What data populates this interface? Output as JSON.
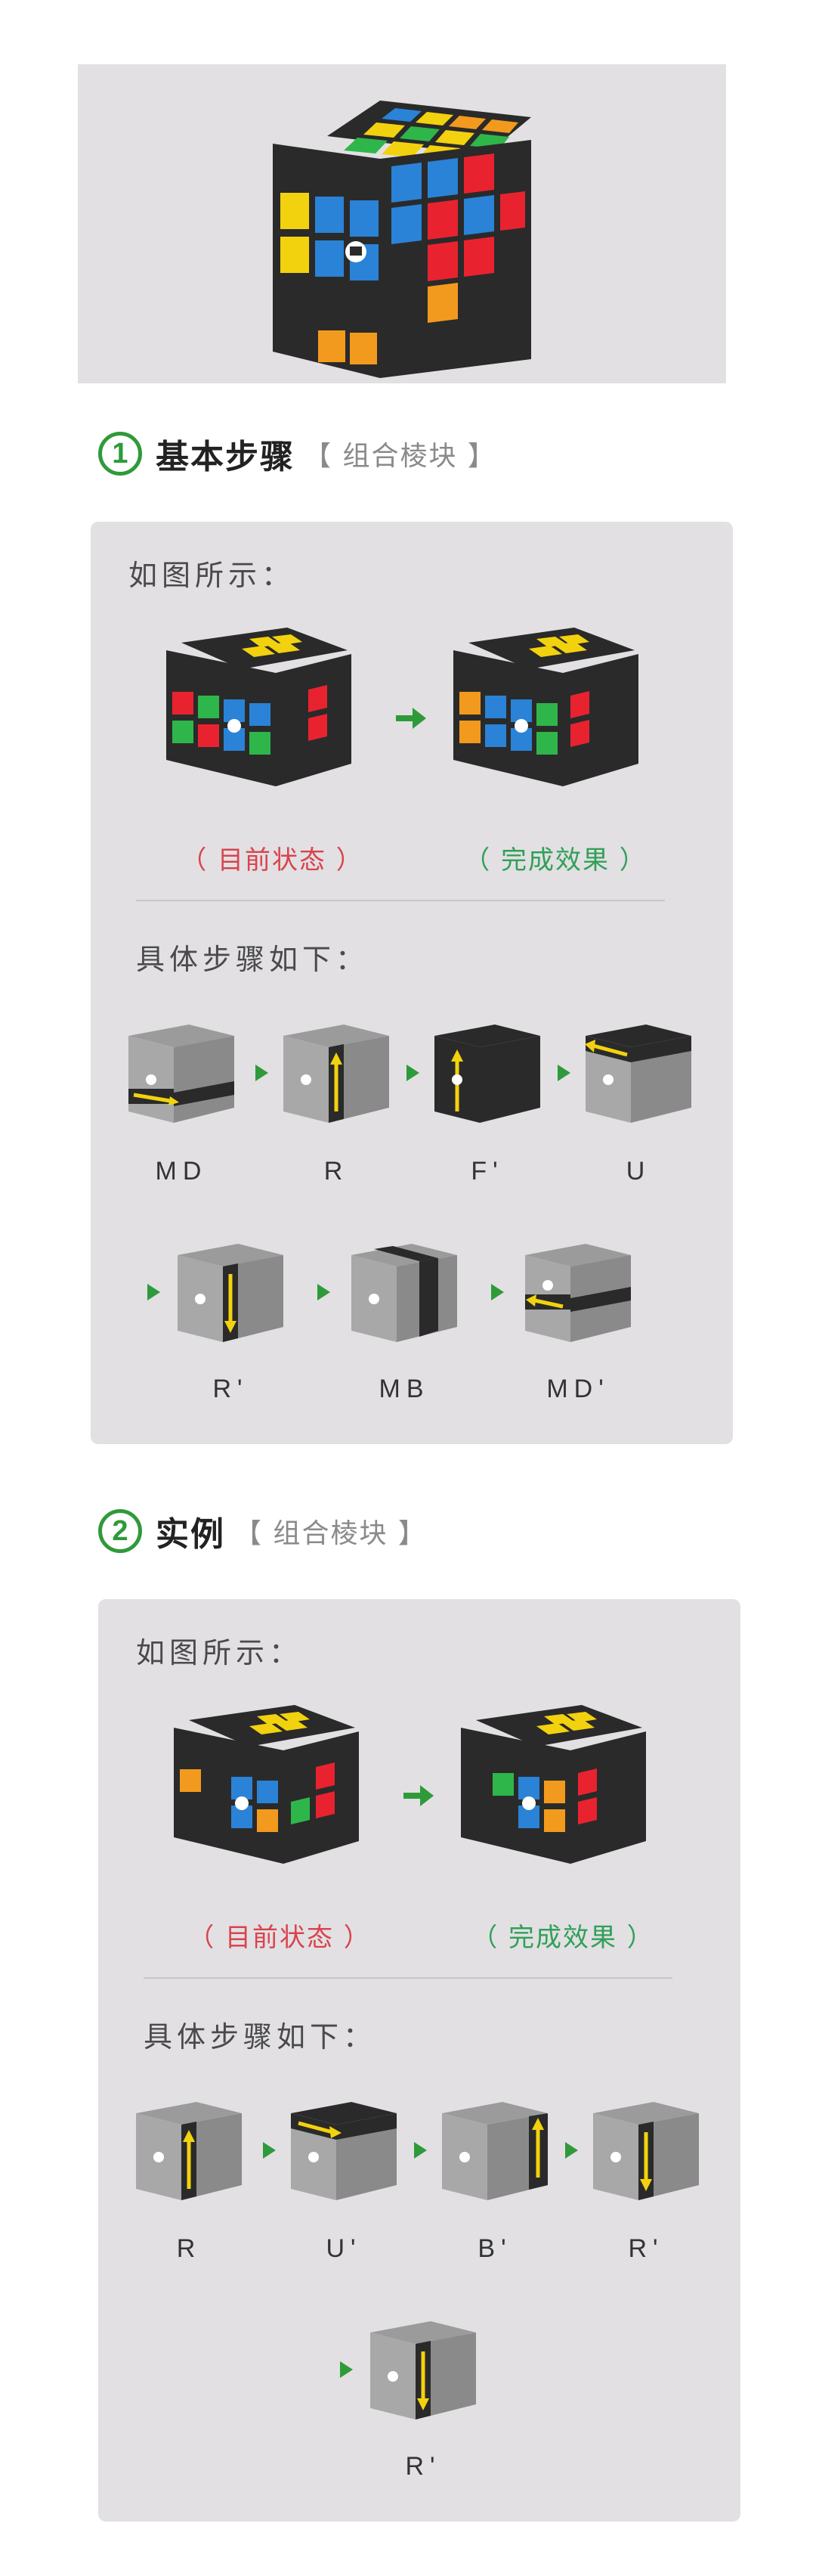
{
  "section1": {
    "number": "1",
    "title": "基本步骤",
    "subtitle": "【 组合棱块 】",
    "intro": "如图所示：",
    "before_label": "（ 目前状态 ）",
    "after_label": "（ 完成效果 ）",
    "steps_label": "具体步骤如下：",
    "moves": [
      "MD",
      "R",
      "F'",
      "U",
      "R'",
      "MB",
      "MD'"
    ]
  },
  "section2": {
    "number": "2",
    "title": "实例",
    "subtitle": "【 组合棱块 】",
    "intro": "如图所示：",
    "before_label": "（ 目前状态 ）",
    "after_label": "（ 完成效果 ）",
    "steps_label": "具体步骤如下：",
    "moves": [
      "R",
      "U'",
      "B'",
      "R'",
      "R'"
    ]
  },
  "colors": {
    "accent_green": "#2f9a3a",
    "before_red": "#d9444d",
    "after_green": "#31a058",
    "panel_bg": "#e2e0e3"
  }
}
